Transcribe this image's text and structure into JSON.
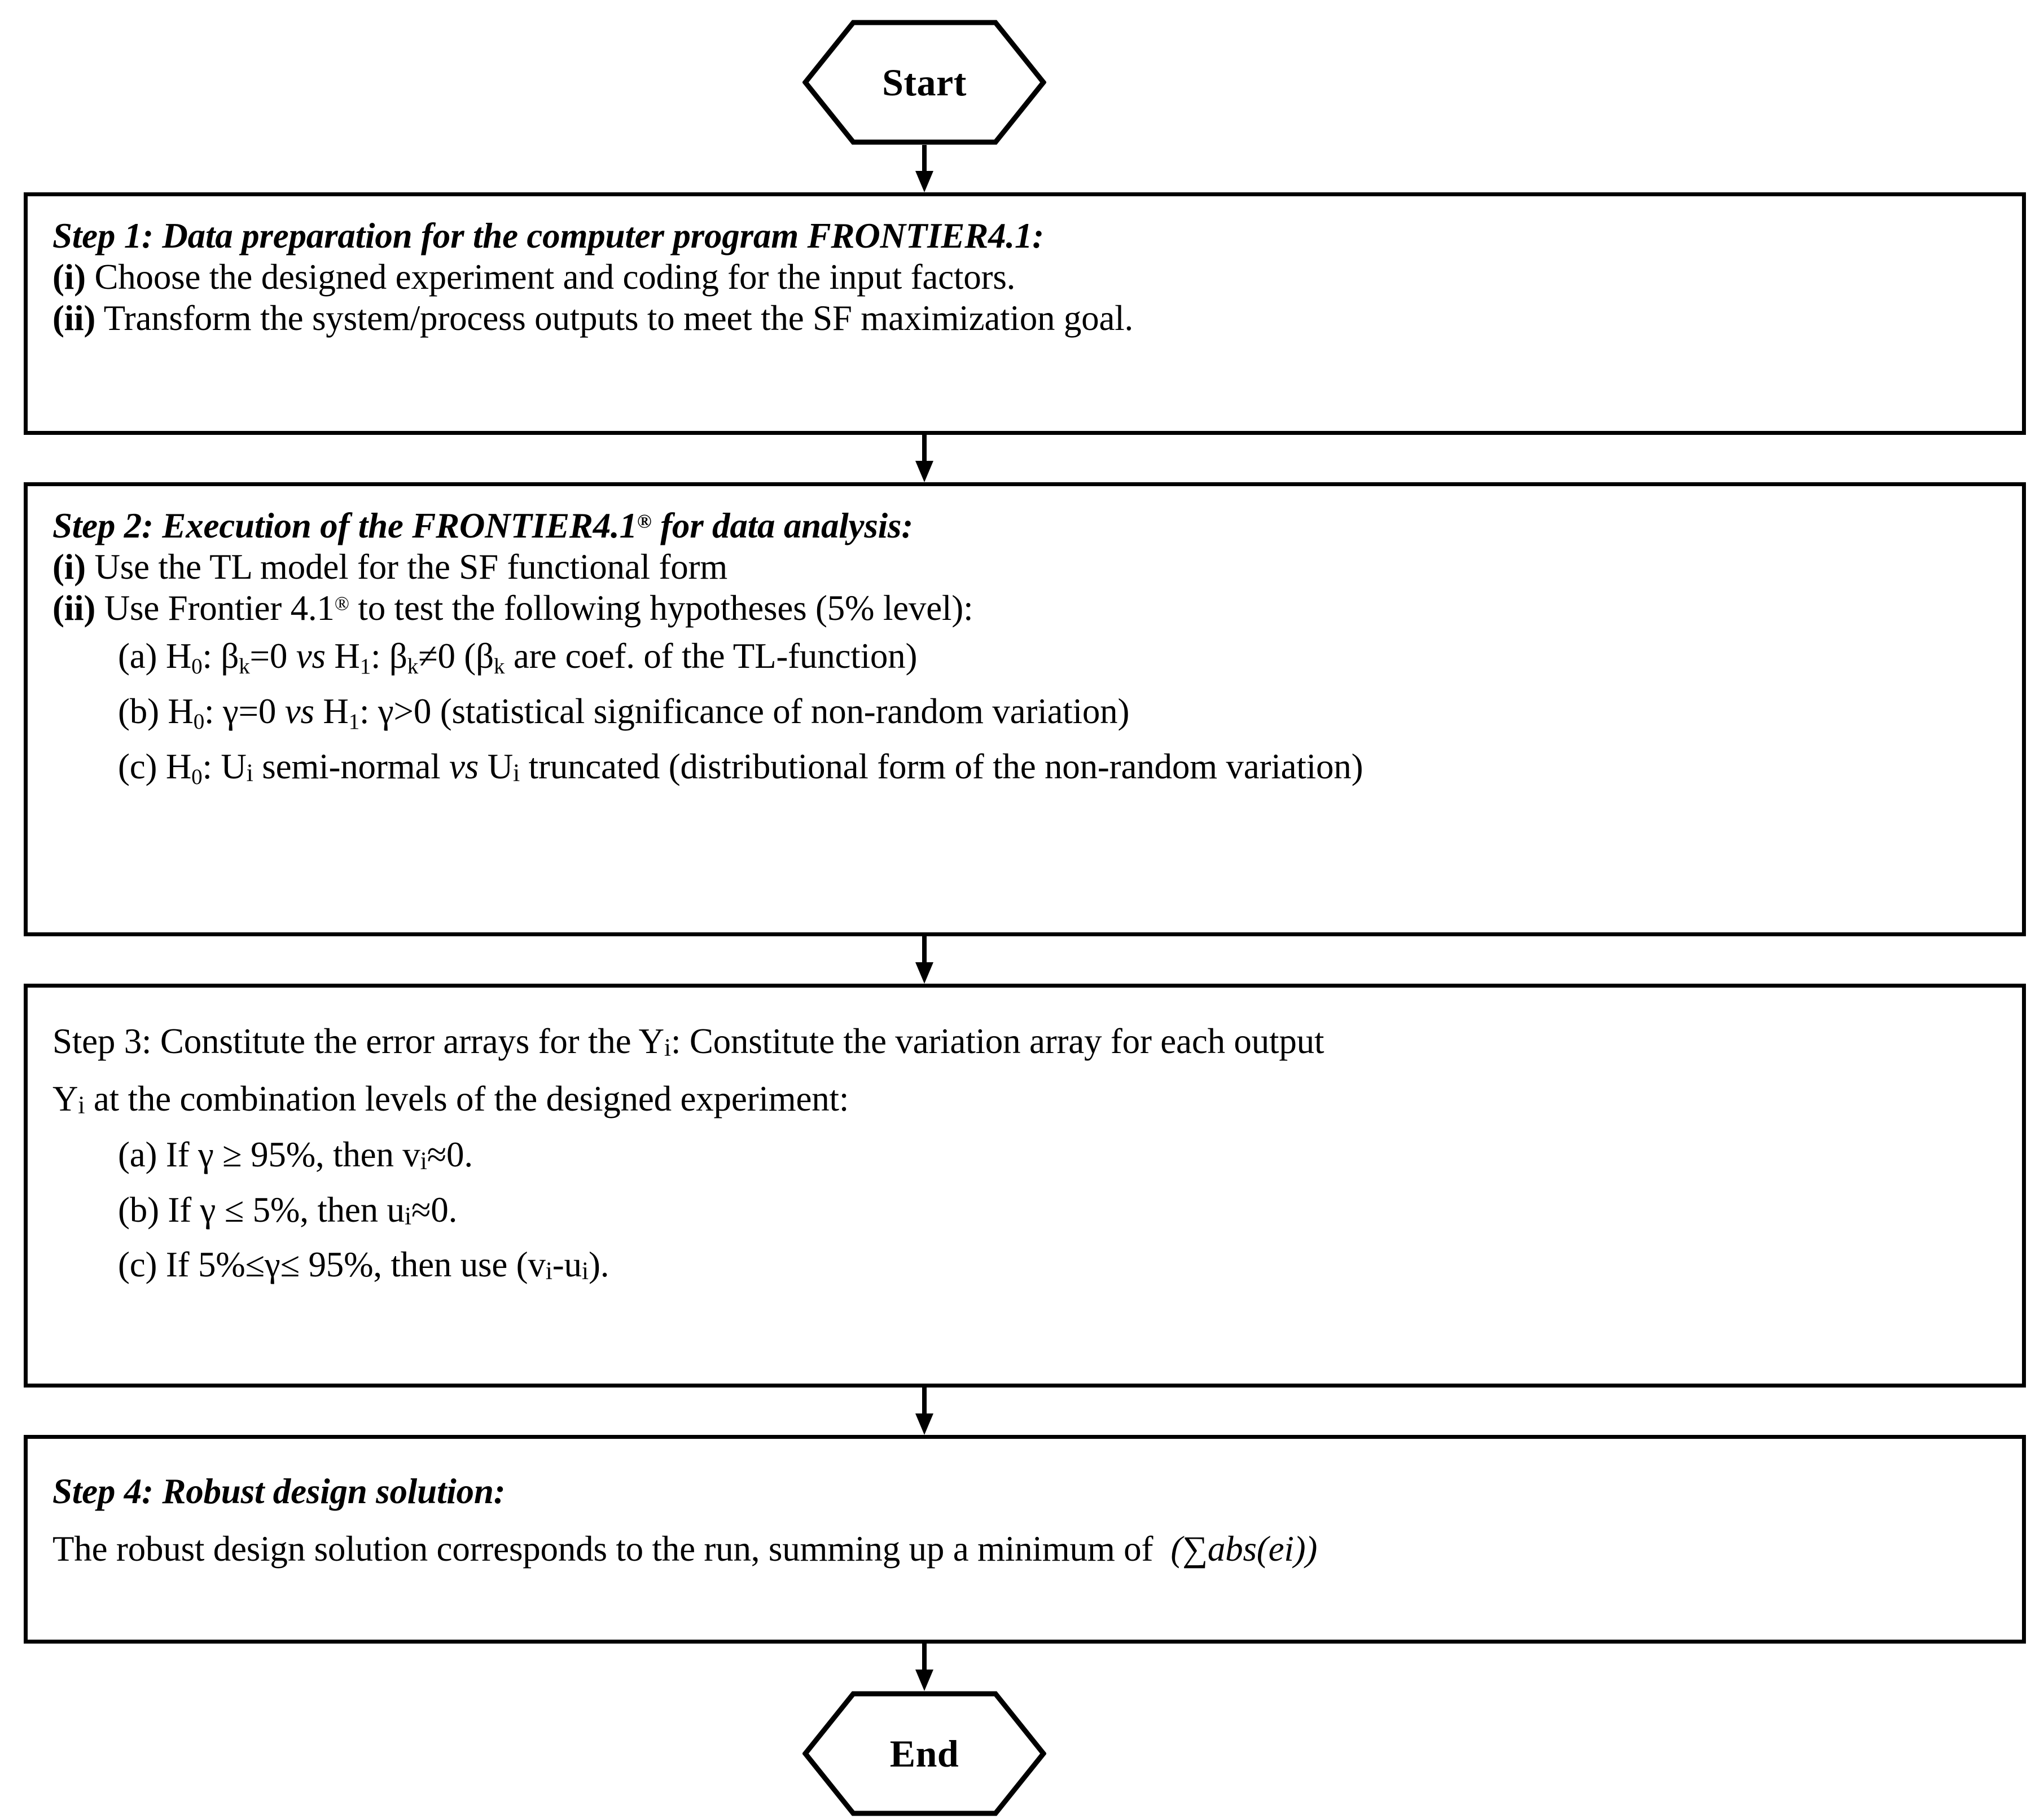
{
  "diagram": {
    "title": "Robust design procedure flowchart using FRONTIER4.1",
    "orientation": "top-to-bottom",
    "colors": {
      "stroke": "#000000",
      "fill": "#ffffff",
      "text": "#000000"
    }
  },
  "nodes": {
    "start": {
      "shape": "hexagon",
      "label": "Start"
    },
    "end": {
      "shape": "hexagon",
      "label": "End"
    },
    "step1": {
      "shape": "rectangle",
      "heading": "Step 1: Data preparation for the computer program FRONTIER4.1:",
      "items": [
        {
          "marker": "(i)",
          "text": "Choose the designed experiment and coding for the input factors."
        },
        {
          "marker": "(ii)",
          "text": "Transform the system/process outputs to meet the SF maximization goal."
        }
      ]
    },
    "step2": {
      "shape": "rectangle",
      "heading": "Step 2: Execution of the FRONTIER4.1® for data analysis:",
      "items": [
        {
          "marker": "(i)",
          "text": "Use the TL model for the SF functional form"
        },
        {
          "marker": "(ii)",
          "text": "Use Frontier 4.1® to test the following hypotheses (5% level):"
        }
      ],
      "hypotheses": [
        {
          "marker": "(a)",
          "text": "H0: βk=0 vs H1: βk≠0 (βk are coef. of the TL-function)"
        },
        {
          "marker": "(b)",
          "text": "H0: γ=0 vs H1: γ>0 (statistical significance of non-random variation)"
        },
        {
          "marker": "(c)",
          "text": "H0: Ui semi-normal vs Ui truncated (distributional form of the non-random variation)"
        }
      ]
    },
    "step3": {
      "shape": "rectangle",
      "heading": "Step 3: Constitute the error arrays for the Yi:",
      "heading_tail": "Constitute the variation array for each output",
      "second_line": "Yi at the combination levels of the designed experiment:",
      "rules": [
        {
          "marker": "(a)",
          "text": "If γ ≥ 95%, then vi≈0."
        },
        {
          "marker": "(b)",
          "text": "If γ ≤ 5%, then ui≈0."
        },
        {
          "marker": "(c)",
          "text": "If 5%≤γ≤ 95%, then use (vi-ui)."
        }
      ]
    },
    "step4": {
      "shape": "rectangle",
      "heading": "Step 4: Robust design solution:",
      "body_prefix": "The robust design solution corresponds to the run, summing up a minimum of",
      "formula": "(∑abs(ei))"
    }
  },
  "edges": [
    {
      "from": "start",
      "to": "step1",
      "type": "arrow-down"
    },
    {
      "from": "step1",
      "to": "step2",
      "type": "arrow-down"
    },
    {
      "from": "step2",
      "to": "step3",
      "type": "arrow-down"
    },
    {
      "from": "step3",
      "to": "step4",
      "type": "arrow-down"
    },
    {
      "from": "step4",
      "to": "end",
      "type": "arrow-down"
    }
  ]
}
